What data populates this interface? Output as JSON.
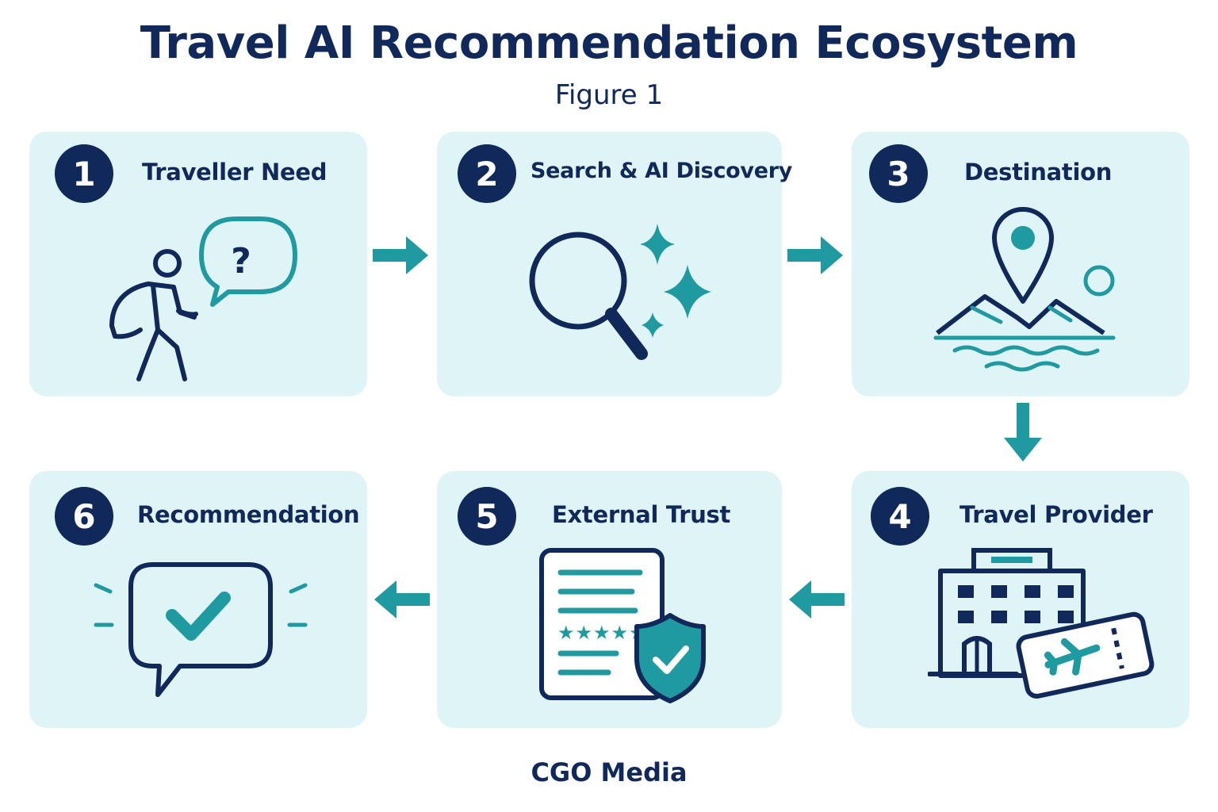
{
  "header": {
    "title": "Travel AI Recommendation Ecosystem",
    "subtitle": "Figure 1"
  },
  "steps": [
    {
      "number": "1",
      "label": "Traveller Need"
    },
    {
      "number": "2",
      "label": "Search & AI Discovery"
    },
    {
      "number": "3",
      "label": "Destination"
    },
    {
      "number": "4",
      "label": "Travel Provider"
    },
    {
      "number": "5",
      "label": "External Trust"
    },
    {
      "number": "6",
      "label": "Recommendation"
    }
  ],
  "footer": {
    "credit": "CGO Media"
  },
  "colors": {
    "navy": "#10295a",
    "teal": "#1f9aa0",
    "card": "#dff4f6"
  }
}
